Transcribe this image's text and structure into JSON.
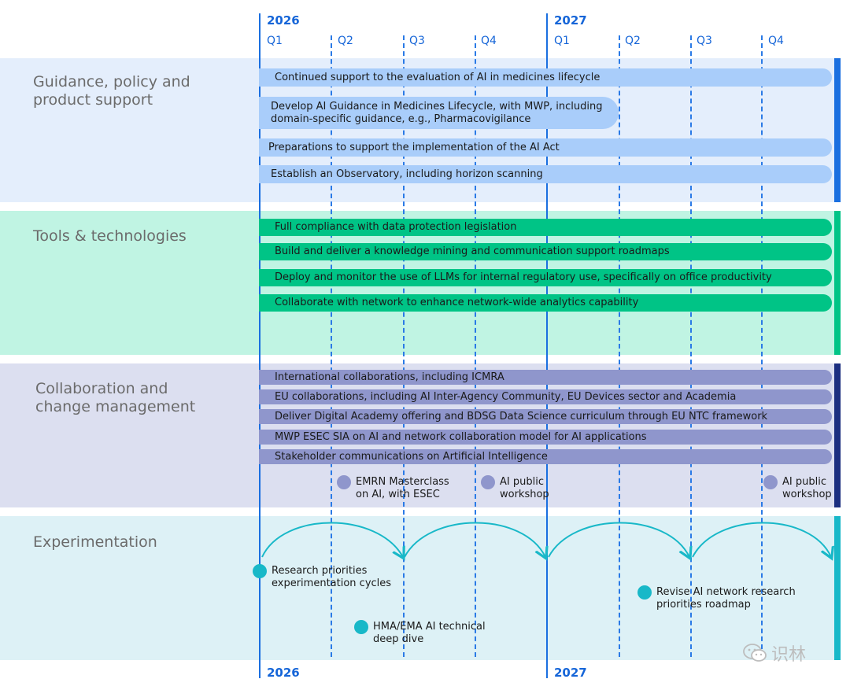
{
  "timeline": {
    "years_top": [
      "2026",
      "2027"
    ],
    "years_bottom": [
      "2026",
      "2027"
    ],
    "quarters": [
      "Q1",
      "Q2",
      "Q3",
      "Q4",
      "Q1",
      "Q2",
      "Q3",
      "Q4"
    ]
  },
  "sections": {
    "guidance": {
      "label": "Guidance, policy and\nproduct support",
      "color": "#e4eefc",
      "edge_color": "#1a6fe0",
      "bars": [
        "Continued support to the evaluation of AI in medicines lifecycle",
        "Develop AI Guidance in Medicines Lifecycle, with MWP, including\ndomain-specific guidance, e.g., Pharmacovigilance",
        "Preparations to support the implementation of the AI Act",
        "Establish an Observatory, including horizon scanning"
      ]
    },
    "tools": {
      "label": "Tools & technologies",
      "color": "#c0f4e3",
      "edge_color": "#00c486",
      "bars": [
        "Full compliance with data protection legislation",
        "Build and deliver a knowledge mining and communication support roadmaps",
        "Deploy and monitor the use of LLMs for internal regulatory use, specifically on office productivity",
        "Collaborate with network to enhance network-wide analytics capability"
      ]
    },
    "collab": {
      "label": "Collaboration and\nchange management",
      "color": "#dcdff0",
      "edge_color": "#1c2f80",
      "bars": [
        "International collaborations, including ICMRA",
        "EU collaborations, including AI Inter-Agency Community, EU Devices sector and Academia",
        "Deliver Digital Academy offering and BDSG Data Science curriculum through EU NTC framework",
        "MWP ESEC SIA on AI and network collaboration model for AI applications",
        "Stakeholder communications on Artificial Intelligence"
      ],
      "milestones": [
        "EMRN Masterclass\non AI, with ESEC",
        "AI public\nworkshop",
        "AI public\nworkshop"
      ]
    },
    "experimentation": {
      "label": "Experimentation",
      "color": "#ddf1f6",
      "edge_color": "#18b8c8",
      "milestones": [
        "Research priorities\nexperimentation cycles",
        "Revise AI network research\npriorities roadmap",
        "HMA/EMA AI technical\ndeep dive"
      ]
    }
  },
  "watermark": "识林",
  "colors": {
    "accent_blue": "#1565d8",
    "guidance_bar": "#a9cdfa",
    "tools_bar": "#00c486",
    "collab_bar": "#8f96cc",
    "teal": "#18b8c8"
  }
}
